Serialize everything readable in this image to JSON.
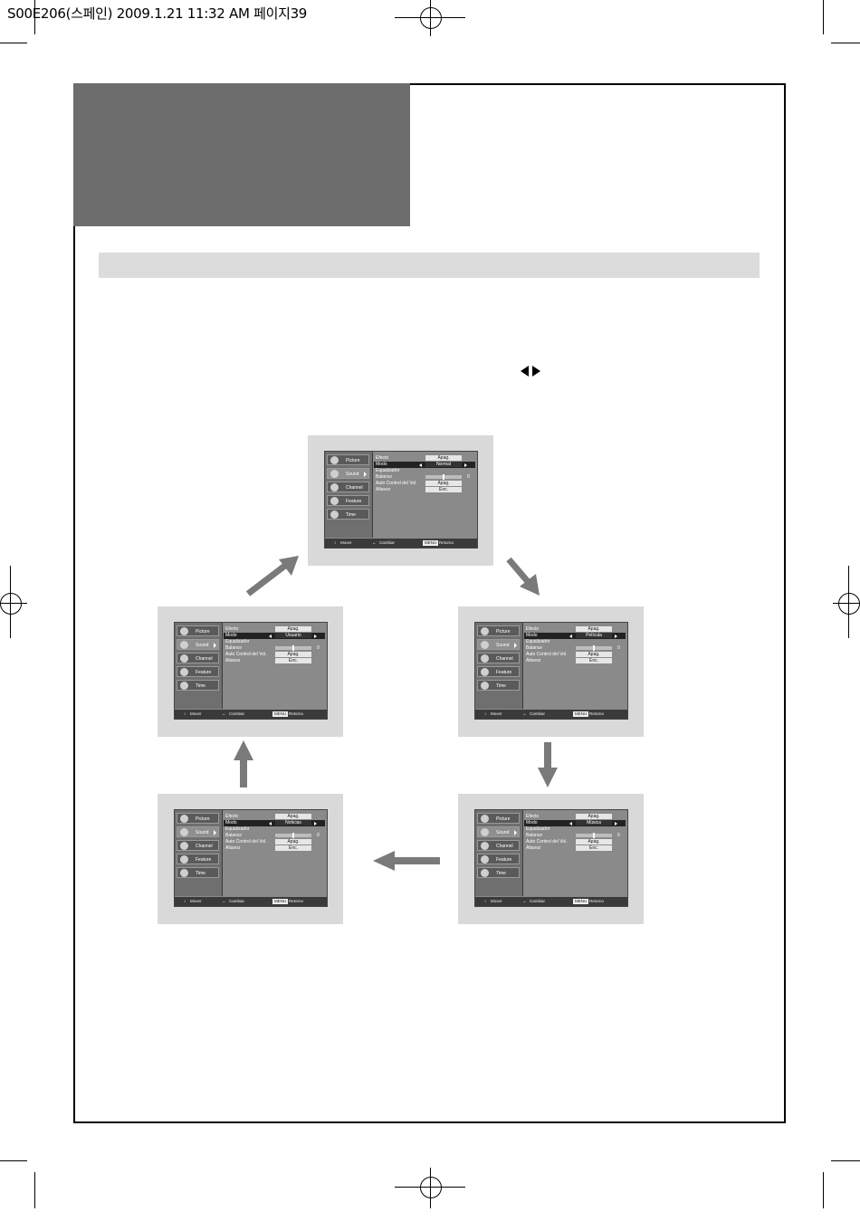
{
  "header": {
    "text": "S00E206(스페인) 2009.1.21 11:32 AM 페이지39"
  },
  "menu_common": {
    "sidebar": [
      "Picture",
      "Sound",
      "Channel",
      "Feature",
      "Time"
    ],
    "labels": {
      "efecto": "Efecto",
      "modo": "Modo",
      "equalizador": "Equalizador",
      "balance": "Balance",
      "auto": "Auto Control del Vol.",
      "altavoz": "Altavoz"
    },
    "values": {
      "efecto": "Apag.",
      "balance": "0",
      "auto": "Apag.",
      "altavoz": "Enc."
    },
    "footer": {
      "move": "Mover",
      "change": "Cambiar",
      "menu_key": "MENU",
      "return": "Retorno"
    }
  },
  "panels": {
    "top": {
      "modo": "Normal"
    },
    "mid_left": {
      "modo": "Usuario"
    },
    "mid_right": {
      "modo": "Película"
    },
    "bot_left": {
      "modo": "Noticias"
    },
    "bot_right": {
      "modo": "Música"
    }
  }
}
